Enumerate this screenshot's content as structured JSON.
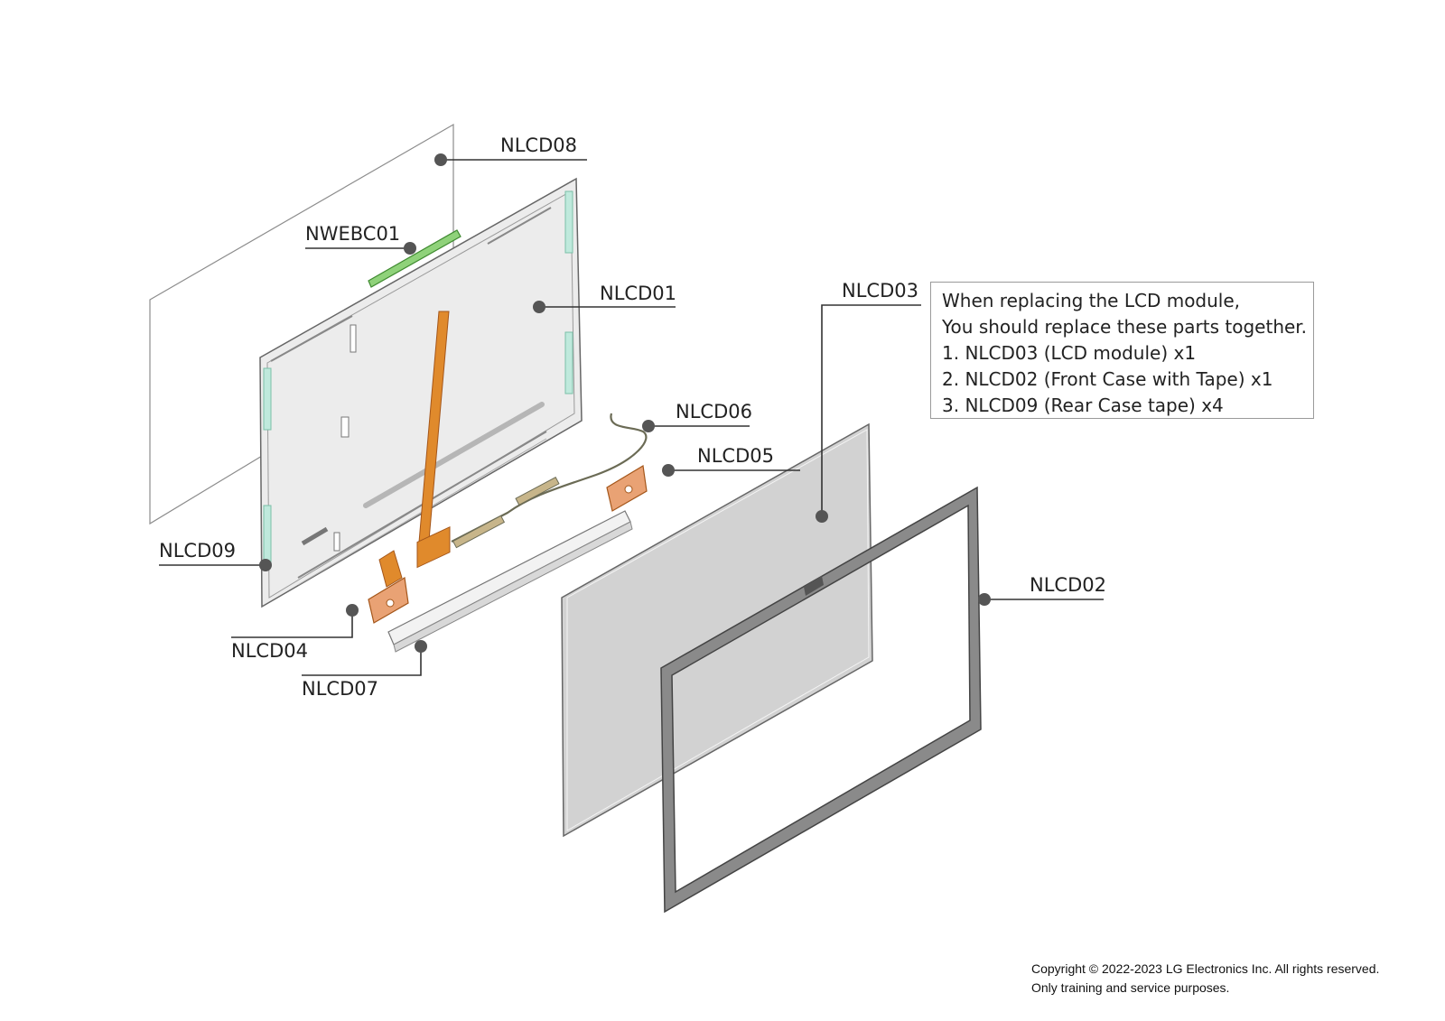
{
  "callouts": {
    "nlcd08": "NLCD08",
    "nwebc01": "NWEBC01",
    "nlcd01": "NLCD01",
    "nlcd03": "NLCD03",
    "nlcd06": "NLCD06",
    "nlcd05": "NLCD05",
    "nlcd09": "NLCD09",
    "nlcd02": "NLCD02",
    "nlcd04": "NLCD04",
    "nlcd07": "NLCD07"
  },
  "note": {
    "line1": "When replacing the LCD module,",
    "line2": "You should replace these parts together.",
    "line3": "1. NLCD03 (LCD module) x1",
    "line4": "2. NLCD02 (Front Case with Tape) x1",
    "line5": "3. NLCD09 (Rear Case tape) x4"
  },
  "copyright": {
    "line1": "Copyright © 2022-2023 LG Electronics Inc. All rights reserved.",
    "line2": "Only training and service purposes."
  },
  "colors": {
    "line": "#333333",
    "dot": "#555555",
    "rear_case_fill": "#ececec",
    "lcd_fill": "#d2d2d2",
    "bezel_fill": "#8a8a8a",
    "tape_fill": "#bfe9dc",
    "cable_fill": "#e08a2c",
    "hinge_fill": "#e9a274",
    "webcam_fill": "#8fd27a"
  }
}
